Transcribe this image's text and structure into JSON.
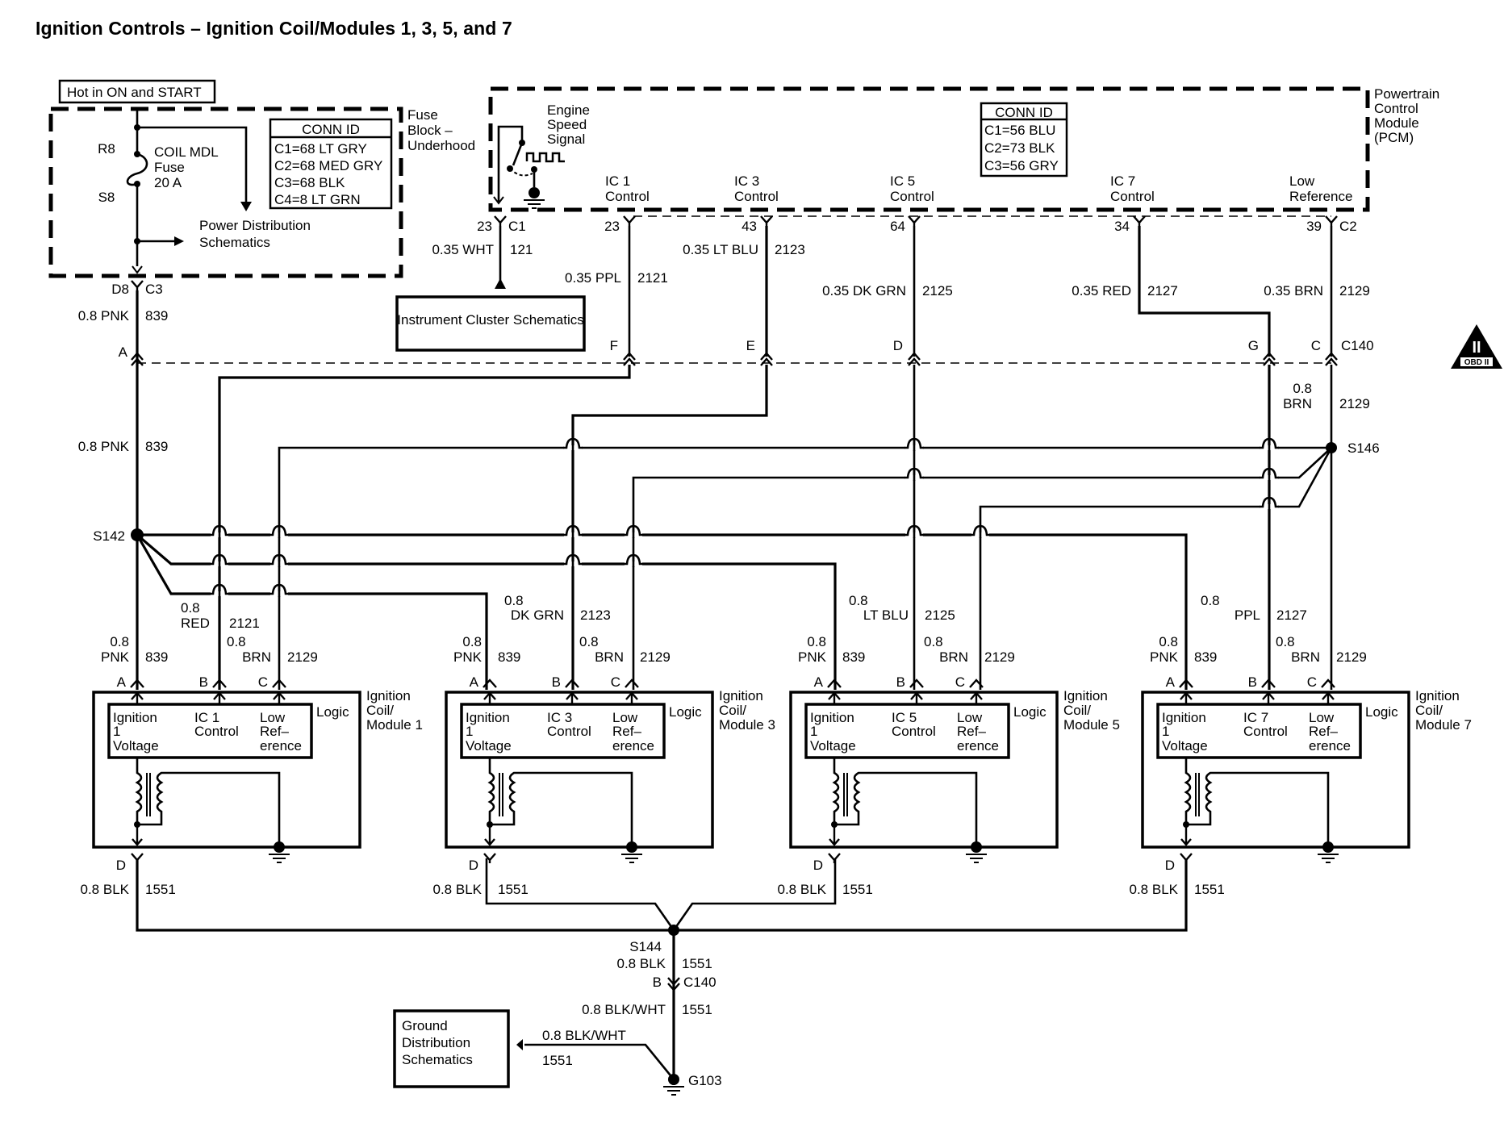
{
  "title": "Ignition Controls – Ignition Coil/Modules 1, 3, 5, and 7",
  "power_source": "Hot in ON and START",
  "fuse_block": {
    "name_lines": [
      "Fuse",
      "Block –",
      "Underhood"
    ],
    "fuse_in": "R8",
    "fuse_out": "S8",
    "fuse_label_lines": [
      "COIL MDL",
      "Fuse",
      "20 A"
    ],
    "power_dist_lines": [
      "Power Distribution",
      "Schematics"
    ],
    "conn_id": {
      "header": "CONN ID",
      "rows": [
        "C1=68 LT GRY",
        "C2=68 MED GRY",
        "C3=68 BLK",
        "C4=8 LT GRN"
      ]
    },
    "out_pin": "D8",
    "out_conn": "C3"
  },
  "pcm": {
    "name_lines": [
      "Powertrain",
      "Control",
      "Module",
      "(PCM)"
    ],
    "engine_speed_lines": [
      "Engine",
      "Speed",
      "Signal"
    ],
    "conn_id": {
      "header": "CONN ID",
      "rows": [
        "C1=56 BLU",
        "C2=73 BLK",
        "C3=56 GRY"
      ]
    },
    "circuits": [
      {
        "name_lines": [
          "IC 1",
          "Control"
        ],
        "pin": "23",
        "wire": "0.35 PPL",
        "circuit": "2121",
        "c140_pin": "F"
      },
      {
        "name_lines": [
          "IC 3",
          "Control"
        ],
        "pin": "43",
        "wire": "0.35 LT BLU",
        "circuit": "2123",
        "c140_pin": "E"
      },
      {
        "name_lines": [
          "IC 5",
          "Control"
        ],
        "pin": "64",
        "wire": "0.35 DK GRN",
        "circuit": "2125",
        "c140_pin": "D"
      },
      {
        "name_lines": [
          "IC 7",
          "Control"
        ],
        "pin": "34",
        "wire": "0.35 RED",
        "circuit": "2127",
        "c140_pin": "G"
      },
      {
        "name_lines": [
          "Low",
          "Reference"
        ],
        "pin": "39",
        "conn": "C2",
        "wire": "0.35 BRN",
        "circuit": "2129",
        "c140_pin": "C"
      }
    ],
    "speed_out": {
      "pin": "23",
      "conn": "C1",
      "wire": "0.35 WHT",
      "circuit": "121"
    }
  },
  "instrument_cluster": "Instrument Cluster Schematics",
  "feed": {
    "wire": "0.8 PNK",
    "circuit": "839",
    "c140_pin": "A"
  },
  "c140": "C140",
  "brn_after_c140": {
    "wire_lines": [
      "0.8",
      "BRN"
    ],
    "circuit": "2129"
  },
  "splices": {
    "s142": "S142",
    "s146": "S146",
    "s144": "S144"
  },
  "s142_branch_label": {
    "wire_lines": [
      "0.8",
      "RED"
    ],
    "circuit": "2121"
  },
  "modules": [
    {
      "name_lines": [
        "Ignition",
        "Coil/",
        "Module 1"
      ],
      "ic_lines": [
        "IC 1",
        "Control"
      ],
      "pnk": {
        "wire_lines": [
          "0.8",
          "PNK"
        ],
        "circuit": "839"
      },
      "ctrl": {
        "wire_lines": [
          "0.8",
          "RED"
        ],
        "circuit": "2121"
      },
      "brn": {
        "wire_lines": [
          "0.8",
          "BRN"
        ],
        "circuit": "2129"
      }
    },
    {
      "name_lines": [
        "Ignition",
        "Coil/",
        "Module 3"
      ],
      "ic_lines": [
        "IC 3",
        "Control"
      ],
      "pnk": {
        "wire_lines": [
          "0.8",
          "PNK"
        ],
        "circuit": "839"
      },
      "ctrl": {
        "wire_lines": [
          "0.8",
          "DK GRN"
        ],
        "circuit": "2123"
      },
      "brn": {
        "wire_lines": [
          "0.8",
          "BRN"
        ],
        "circuit": "2129"
      }
    },
    {
      "name_lines": [
        "Ignition",
        "Coil/",
        "Module 5"
      ],
      "ic_lines": [
        "IC 5",
        "Control"
      ],
      "pnk": {
        "wire_lines": [
          "0.8",
          "PNK"
        ],
        "circuit": "839"
      },
      "ctrl": {
        "wire_lines": [
          "0.8",
          "LT BLU"
        ],
        "circuit": "2125"
      },
      "brn": {
        "wire_lines": [
          "0.8",
          "BRN"
        ],
        "circuit": "2129"
      }
    },
    {
      "name_lines": [
        "Ignition",
        "Coil/",
        "Module 7"
      ],
      "ic_lines": [
        "IC 7",
        "Control"
      ],
      "pnk": {
        "wire_lines": [
          "0.8",
          "PNK"
        ],
        "circuit": "839"
      },
      "ctrl": {
        "wire_lines": [
          "0.8",
          "PPL"
        ],
        "circuit": "2127"
      },
      "brn": {
        "wire_lines": [
          "0.8",
          "BRN"
        ],
        "circuit": "2129"
      }
    }
  ],
  "module_common": {
    "pins": [
      "A",
      "B",
      "C",
      "D"
    ],
    "logic": "Logic",
    "ign_lines": [
      "Ignition",
      "1",
      "Voltage"
    ],
    "lowref_lines": [
      "Low",
      "Ref–",
      "erence"
    ],
    "ground_wire": "0.8 BLK",
    "ground_circuit": "1551"
  },
  "ground": {
    "s144_wire": "0.8 BLK",
    "s144_circuit": "1551",
    "c140_pin": "B",
    "c140": "C140",
    "after_wire": "0.8 BLK/WHT",
    "after_circuit": "1551",
    "branch_wire": "0.8 BLK/WHT",
    "branch_circuit": "1551",
    "gnd_dist_lines": [
      "Ground",
      "Distribution",
      "Schematics"
    ],
    "ground_point": "G103"
  },
  "obd_badge": {
    "symbol": "II",
    "text": "OBD II"
  }
}
